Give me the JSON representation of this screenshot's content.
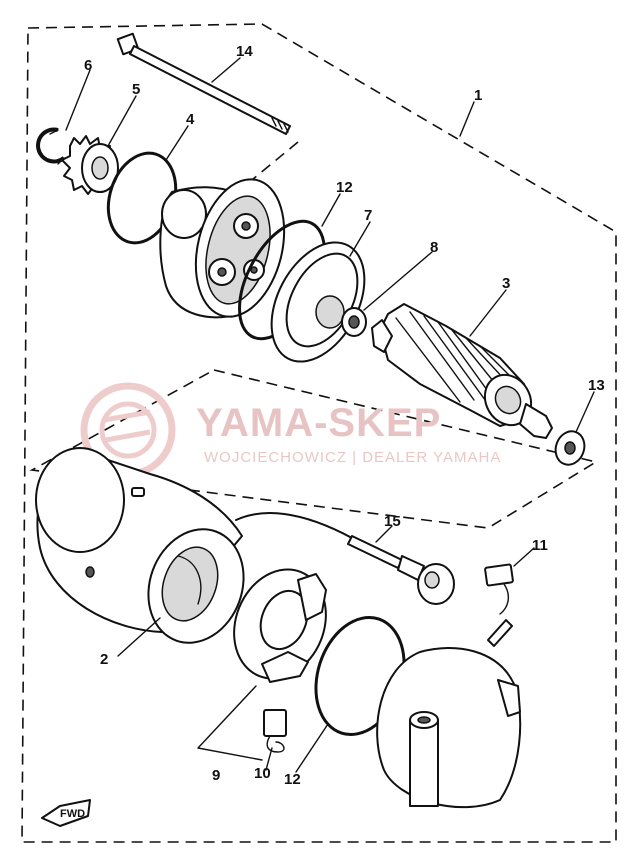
{
  "diagram": {
    "callouts": {
      "c1": "1",
      "c2": "2",
      "c3": "3",
      "c4": "4",
      "c5": "5",
      "c6": "6",
      "c7": "7",
      "c8": "8",
      "c9": "9",
      "c10": "10",
      "c11": "11",
      "c12a": "12",
      "c12b": "12",
      "c13": "13",
      "c14": "14",
      "c15": "15"
    },
    "direction_tag": "FWD"
  },
  "watermark": {
    "title": "YAMA-SKEP",
    "subtitle": "WOJCIECHOWICZ | DEALER YAMAHA",
    "color": "#e7c3c3"
  }
}
